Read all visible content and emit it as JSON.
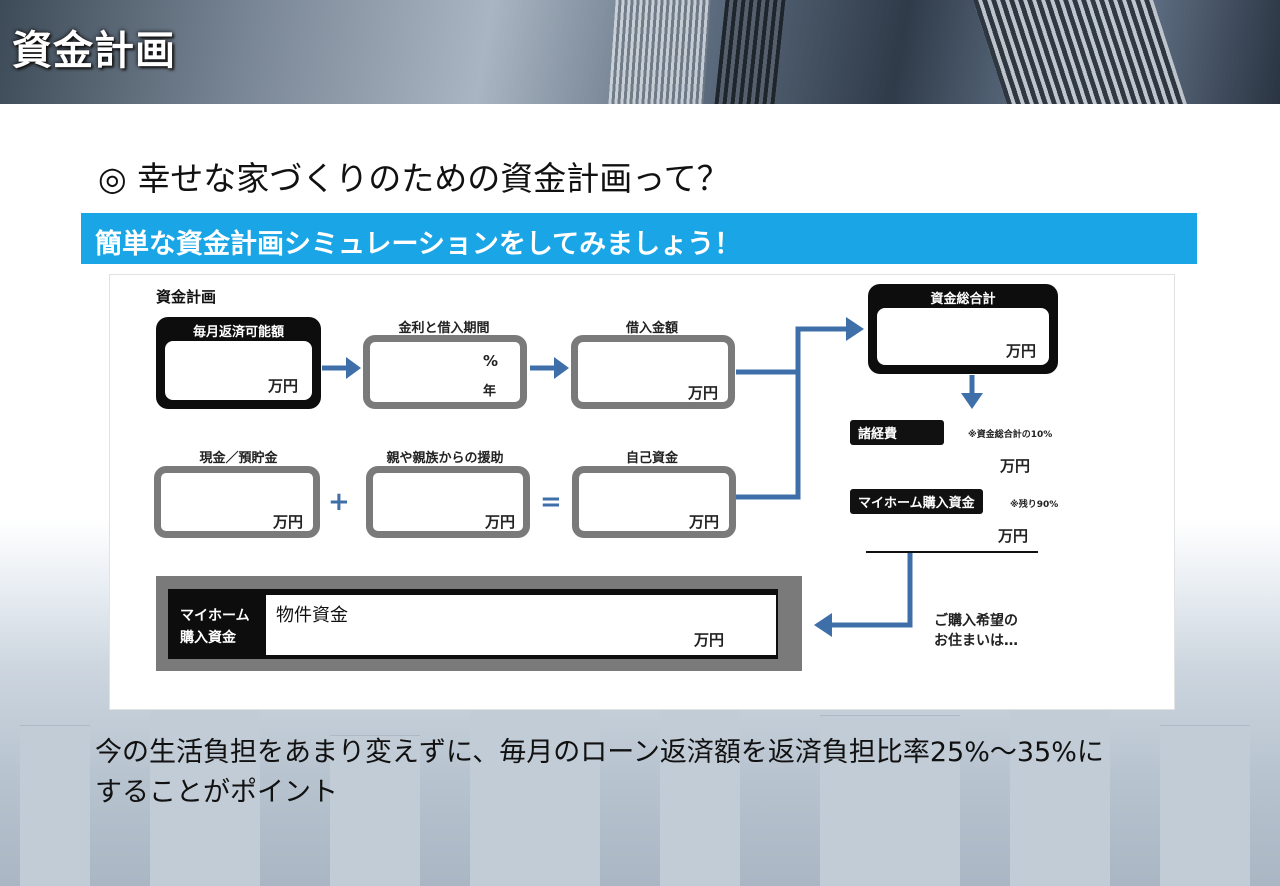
{
  "header": {
    "title": "資金計画"
  },
  "heading": "◎ 幸せな家づくりのための資金計画って？",
  "banner": "簡単な資金計画シミュレーションをしてみましょう！",
  "panel": {
    "title": "資金計画",
    "monthly": {
      "label": "毎月返済可能額",
      "unit": "万円"
    },
    "rate": {
      "label": "金利と借入期間",
      "percent": "%",
      "year": "年"
    },
    "loan": {
      "label": "借入金額",
      "unit": "万円"
    },
    "cash": {
      "label": "現金／預貯金",
      "unit": "万円"
    },
    "family": {
      "label": "親や親族からの援助",
      "unit": "万円"
    },
    "own": {
      "label": "自己資金",
      "unit": "万円"
    },
    "plus": "+",
    "equals": "=",
    "total": {
      "label": "資金総合計",
      "unit": "万円"
    },
    "expenses": {
      "label": "諸経費",
      "note": "※資金総合計の10%",
      "unit": "万円"
    },
    "purchase": {
      "label": "マイホーム購入資金",
      "note": "※残り90%",
      "unit": "万円"
    },
    "desire": {
      "line1": "ご購入希望の",
      "line2": "お住まいは…"
    },
    "final": {
      "label_line1": "マイホーム",
      "label_line2": "購入資金",
      "field_label": "物件資金",
      "unit": "万円"
    }
  },
  "bottom": {
    "line1": "今の生活負担をあまり変えずに、毎月のローン返済額を返済負担比率25%～35%に",
    "line2": "することがポイント"
  },
  "colors": {
    "banner": "#1aa6e6",
    "arrow": "#3f6fa8",
    "box_gray": "#7a7a7a"
  }
}
